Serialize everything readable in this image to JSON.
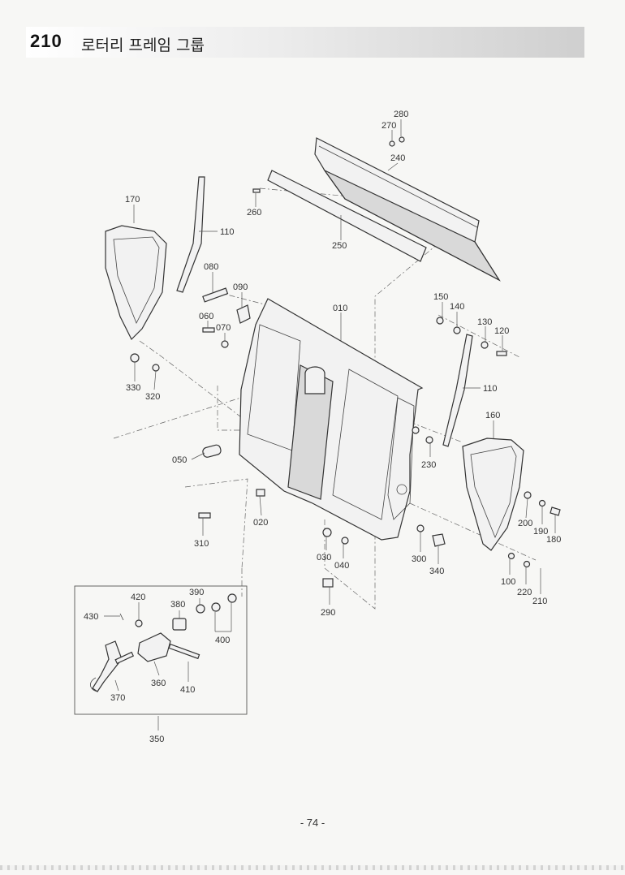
{
  "header": {
    "section_number": "210",
    "section_title": "로터리 프레임 그룹"
  },
  "page_number": "- 74 -",
  "callouts": [
    "280",
    "270",
    "240",
    "260",
    "250",
    "170",
    "110",
    "080",
    "090",
    "010",
    "060",
    "070",
    "150",
    "140",
    "130",
    "120",
    "330",
    "320",
    "110",
    "160",
    "050",
    "230",
    "020",
    "310",
    "200",
    "190",
    "180",
    "030",
    "040",
    "300",
    "340",
    "100",
    "220",
    "210",
    "290",
    "420",
    "390",
    "380",
    "430",
    "400",
    "360",
    "410",
    "370",
    "350"
  ]
}
